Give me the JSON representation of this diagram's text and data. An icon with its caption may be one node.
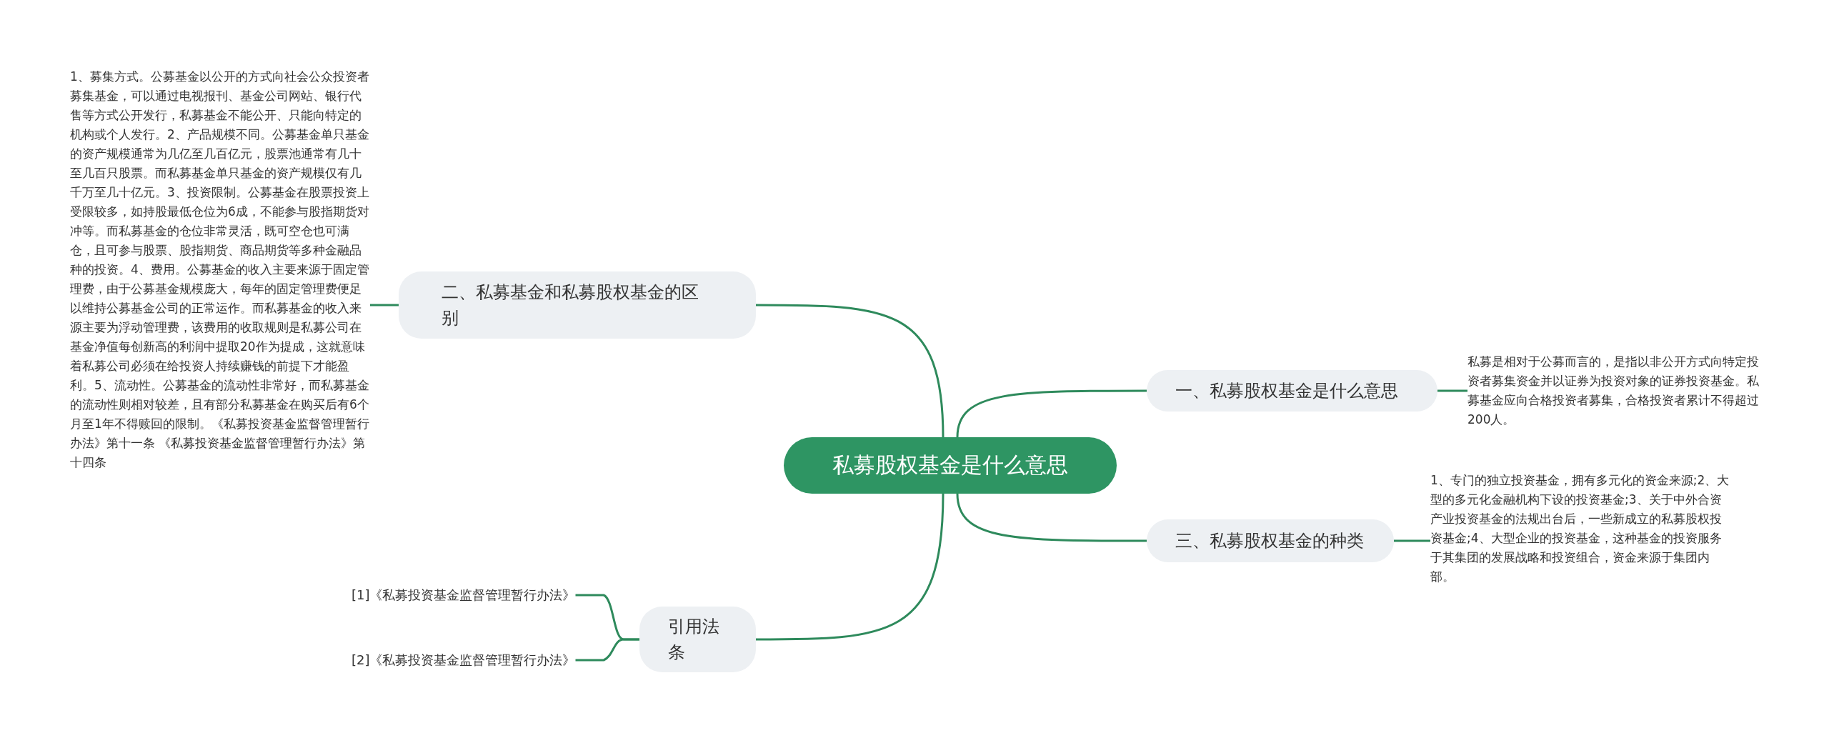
{
  "diagram": {
    "nodes": [
      {
        "text": [
          "私募股权基金是什么意思"
        ]
      },
      {
        "text": [
          "二、私募基金和私募股权基金的区别"
        ]
      },
      {
        "text": [
          "1、募集方式。公募基金以公开的方式向社会公众投资者募集基金，可以通过电视报刊、基金公司网站、银行代售等方式公开发行，私募基金不能公开、只能向特定的机构或个人发行。2、产品规模不同。公募基金单只基金的资产规模通常为几亿至几百亿元，股票池通常有几十至几百只股票。而私募基金单只基金的资产规模仅有几千万至几十亿元。3、投资限制。公募基金在股票投资上受限较多，如持股最低仓位为6成，不能参与股指期货对冲等。而私募基金的仓位非常灵活，既可空仓也可满仓，且可参与股票、股指期货、商品期货等多种金融品种的投资。4、费用。公募基金的收入主要来源于固定管理费，由于公募基金规模庞大，每年的固定管理费便足以维持公募基金公司的正常运作。而私募基金的收入来源主要为浮动管理费，该费用的收取规则是私募公司在基金净值每创新高的利润中提取20作为提成，这就意味着私募公司必须在给投资人持续赚钱的前提下才能盈利。5、流动性。公募基金的流动性非常好，而私募基金的流动性则相对较差，且有部分私募基金在购买后有6个月至1年不得赎回的限制。《私募投资基金监督管理暂行办法》第十一条 《私募投资基金监督管理暂行办法》第十四条"
        ]
      },
      {
        "text": [
          "一、私募股权基金是什么意思"
        ]
      },
      {
        "text": [
          "私募是相对于公募而言的，是指以非公开方式向特定投资者募集资金并以证券为投资对象的证券投资基金。私募基金应向合格投资者募集，合格投资者累计不得超过200人。"
        ]
      },
      {
        "text": [
          "三、私募股权基金的种类"
        ]
      },
      {
        "text": [
          "1、专门的独立投资基金，拥有多元化的资金来源;2、大型的多元化金融机构下设的投资基金;3、关于中外合资产业投资基金的法规出台后，一些新成立的私募股权投资基金;4、大型企业的投资基金，这种基金的投资服务于其集团的发展战略和投资组合，资金来源于集团内部。"
        ]
      },
      {
        "text": [
          "引用法条"
        ]
      },
      {
        "text": [
          "[1]《私募投资基金监督管理暂行办法》"
        ]
      },
      {
        "text": [
          "[2]《私募投资基金监督管理暂行办法》"
        ]
      }
    ],
    "edges": [
      {
        "from": 0,
        "to": 1,
        "arrow": "none"
      },
      {
        "from": 0,
        "to": 3,
        "arrow": "none"
      },
      {
        "from": 0,
        "to": 5,
        "arrow": "none"
      },
      {
        "from": 0,
        "to": 7,
        "arrow": "none"
      },
      {
        "from": 1,
        "to": 2,
        "arrow": "none"
      },
      {
        "from": 3,
        "to": 4,
        "arrow": "none"
      },
      {
        "from": 5,
        "to": 6,
        "arrow": "none"
      },
      {
        "from": 7,
        "to": 8,
        "arrow": "none"
      },
      {
        "from": 7,
        "to": 9,
        "arrow": "none"
      }
    ]
  }
}
